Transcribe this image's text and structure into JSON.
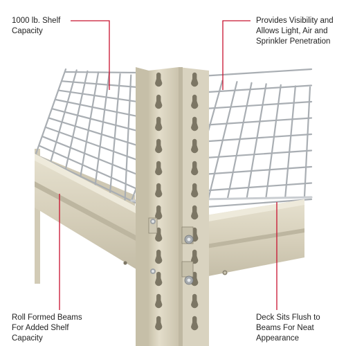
{
  "callouts": {
    "top_left": {
      "lines": [
        "1000 lb. Shelf",
        "Capacity"
      ]
    },
    "top_right": {
      "lines": [
        "Provides Visibility and",
        "Allows Light, Air and",
        "Sprinkler Penetration"
      ]
    },
    "bottom_left": {
      "lines": [
        "Roll Formed Beams",
        "For Added Shelf",
        "Capacity"
      ]
    },
    "bottom_right": {
      "lines": [
        "Deck Sits Flush to",
        "Beams For Neat",
        "Appearance"
      ]
    }
  },
  "colors": {
    "leader_line": "#c8102e",
    "shelf_tan": "#d8d2bf",
    "wire": "#a9aeb3",
    "text": "#222222"
  }
}
